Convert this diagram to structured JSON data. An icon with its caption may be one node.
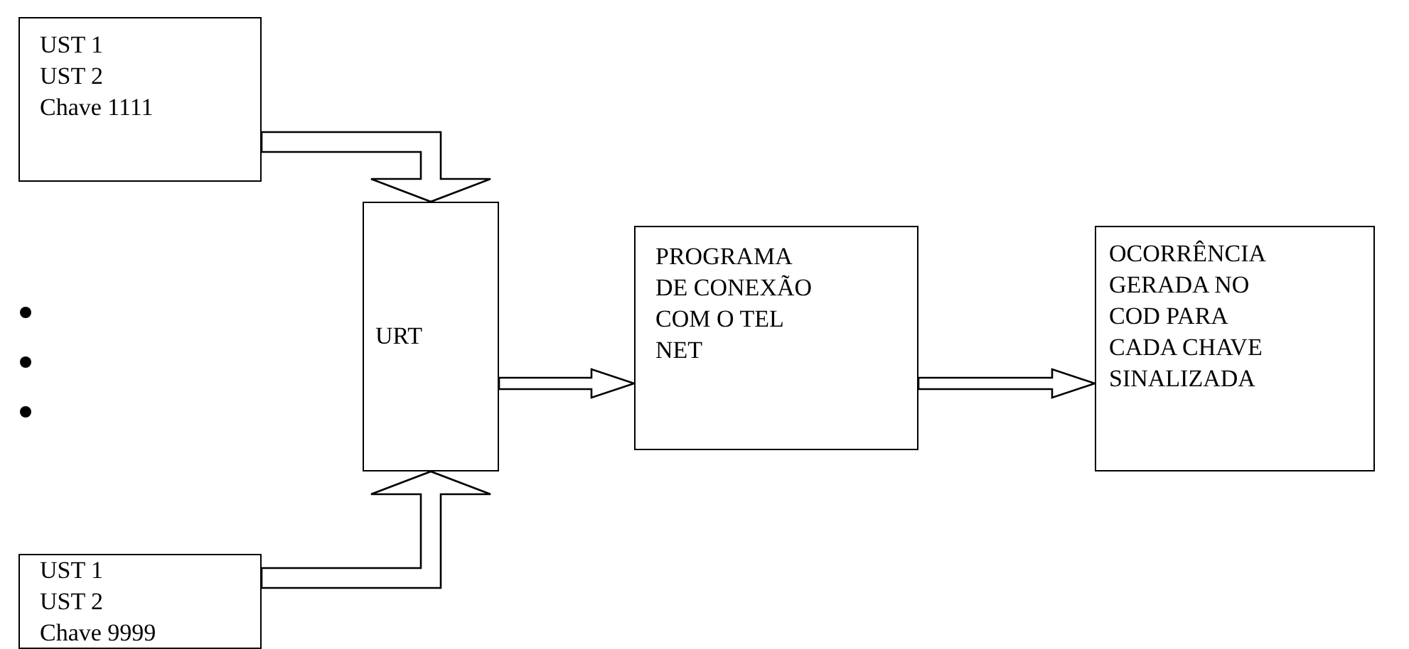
{
  "diagram": {
    "nodes": [
      {
        "text": [
          "UST 1",
          "UST 2",
          "Chave 1111"
        ]
      },
      {
        "text": [
          "URT"
        ]
      },
      {
        "text": [
          "PROGRAMA DE CONEXÃO COM O TEL NET"
        ]
      },
      {
        "text": [
          "OCORRÊNCIA GERADA NO COD PARA CADA CHAVE SINALIZADA"
        ]
      },
      {
        "text": [
          "UST 1",
          "UST 2",
          "Chave 9999"
        ]
      }
    ],
    "edges": [
      {
        "from": 0,
        "to": 1,
        "arrow": "to"
      },
      {
        "from": 4,
        "to": 1,
        "arrow": "to"
      },
      {
        "from": 1,
        "to": 2,
        "arrow": "to"
      },
      {
        "from": 2,
        "to": 3,
        "arrow": "to"
      }
    ]
  }
}
